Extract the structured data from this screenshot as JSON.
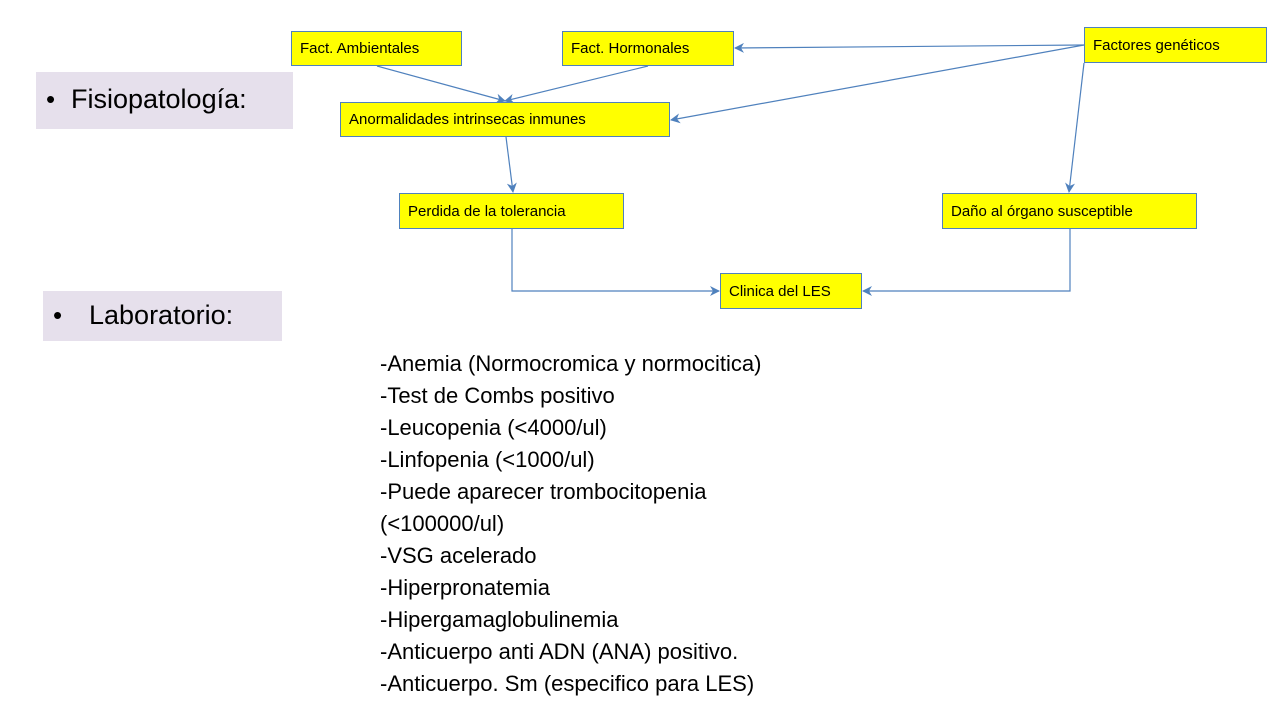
{
  "sections": {
    "fisiopatologia": "Fisiopatología:",
    "laboratorio": "Laboratorio:"
  },
  "bullet_glyph": "•",
  "diagram": {
    "nodes": {
      "ambientales": "Fact. Ambientales",
      "hormonales": "Fact. Hormonales",
      "geneticos": "Factores genéticos",
      "anormalidades": "Anormalidades intrinsecas inmunes",
      "perdida": "Perdida de la tolerancia",
      "dano": "Daño al órgano susceptible",
      "clinica": "Clinica del LES"
    },
    "edges": [
      {
        "from": "ambientales",
        "to": "anormalidades"
      },
      {
        "from": "hormonales",
        "to": "anormalidades"
      },
      {
        "from": "geneticos",
        "to": "hormonales"
      },
      {
        "from": "geneticos",
        "to": "anormalidades"
      },
      {
        "from": "geneticos",
        "to": "dano"
      },
      {
        "from": "anormalidades",
        "to": "perdida"
      },
      {
        "from": "perdida",
        "to": "clinica"
      },
      {
        "from": "dano",
        "to": "clinica"
      }
    ]
  },
  "colors": {
    "node_fill": "#ffff00",
    "node_border": "#4f81bd",
    "arrow": "#4f81bd",
    "section_fill": "#e6e0ec"
  },
  "laboratorio_items": [
    "-Anemia (Normocromica y normocitica)",
    "-Test de Combs positivo",
    "-Leucopenia (<4000/ul)",
    "-Linfopenia (<1000/ul)",
    "-Puede aparecer trombocitopenia",
    "(<100000/ul)",
    "-VSG acelerado",
    "-Hiperpronatemia",
    "-Hipergamaglobulinemia",
    "-Anticuerpo anti ADN (ANA) positivo.",
    "-Anticuerpo. Sm (especifico para LES)"
  ]
}
